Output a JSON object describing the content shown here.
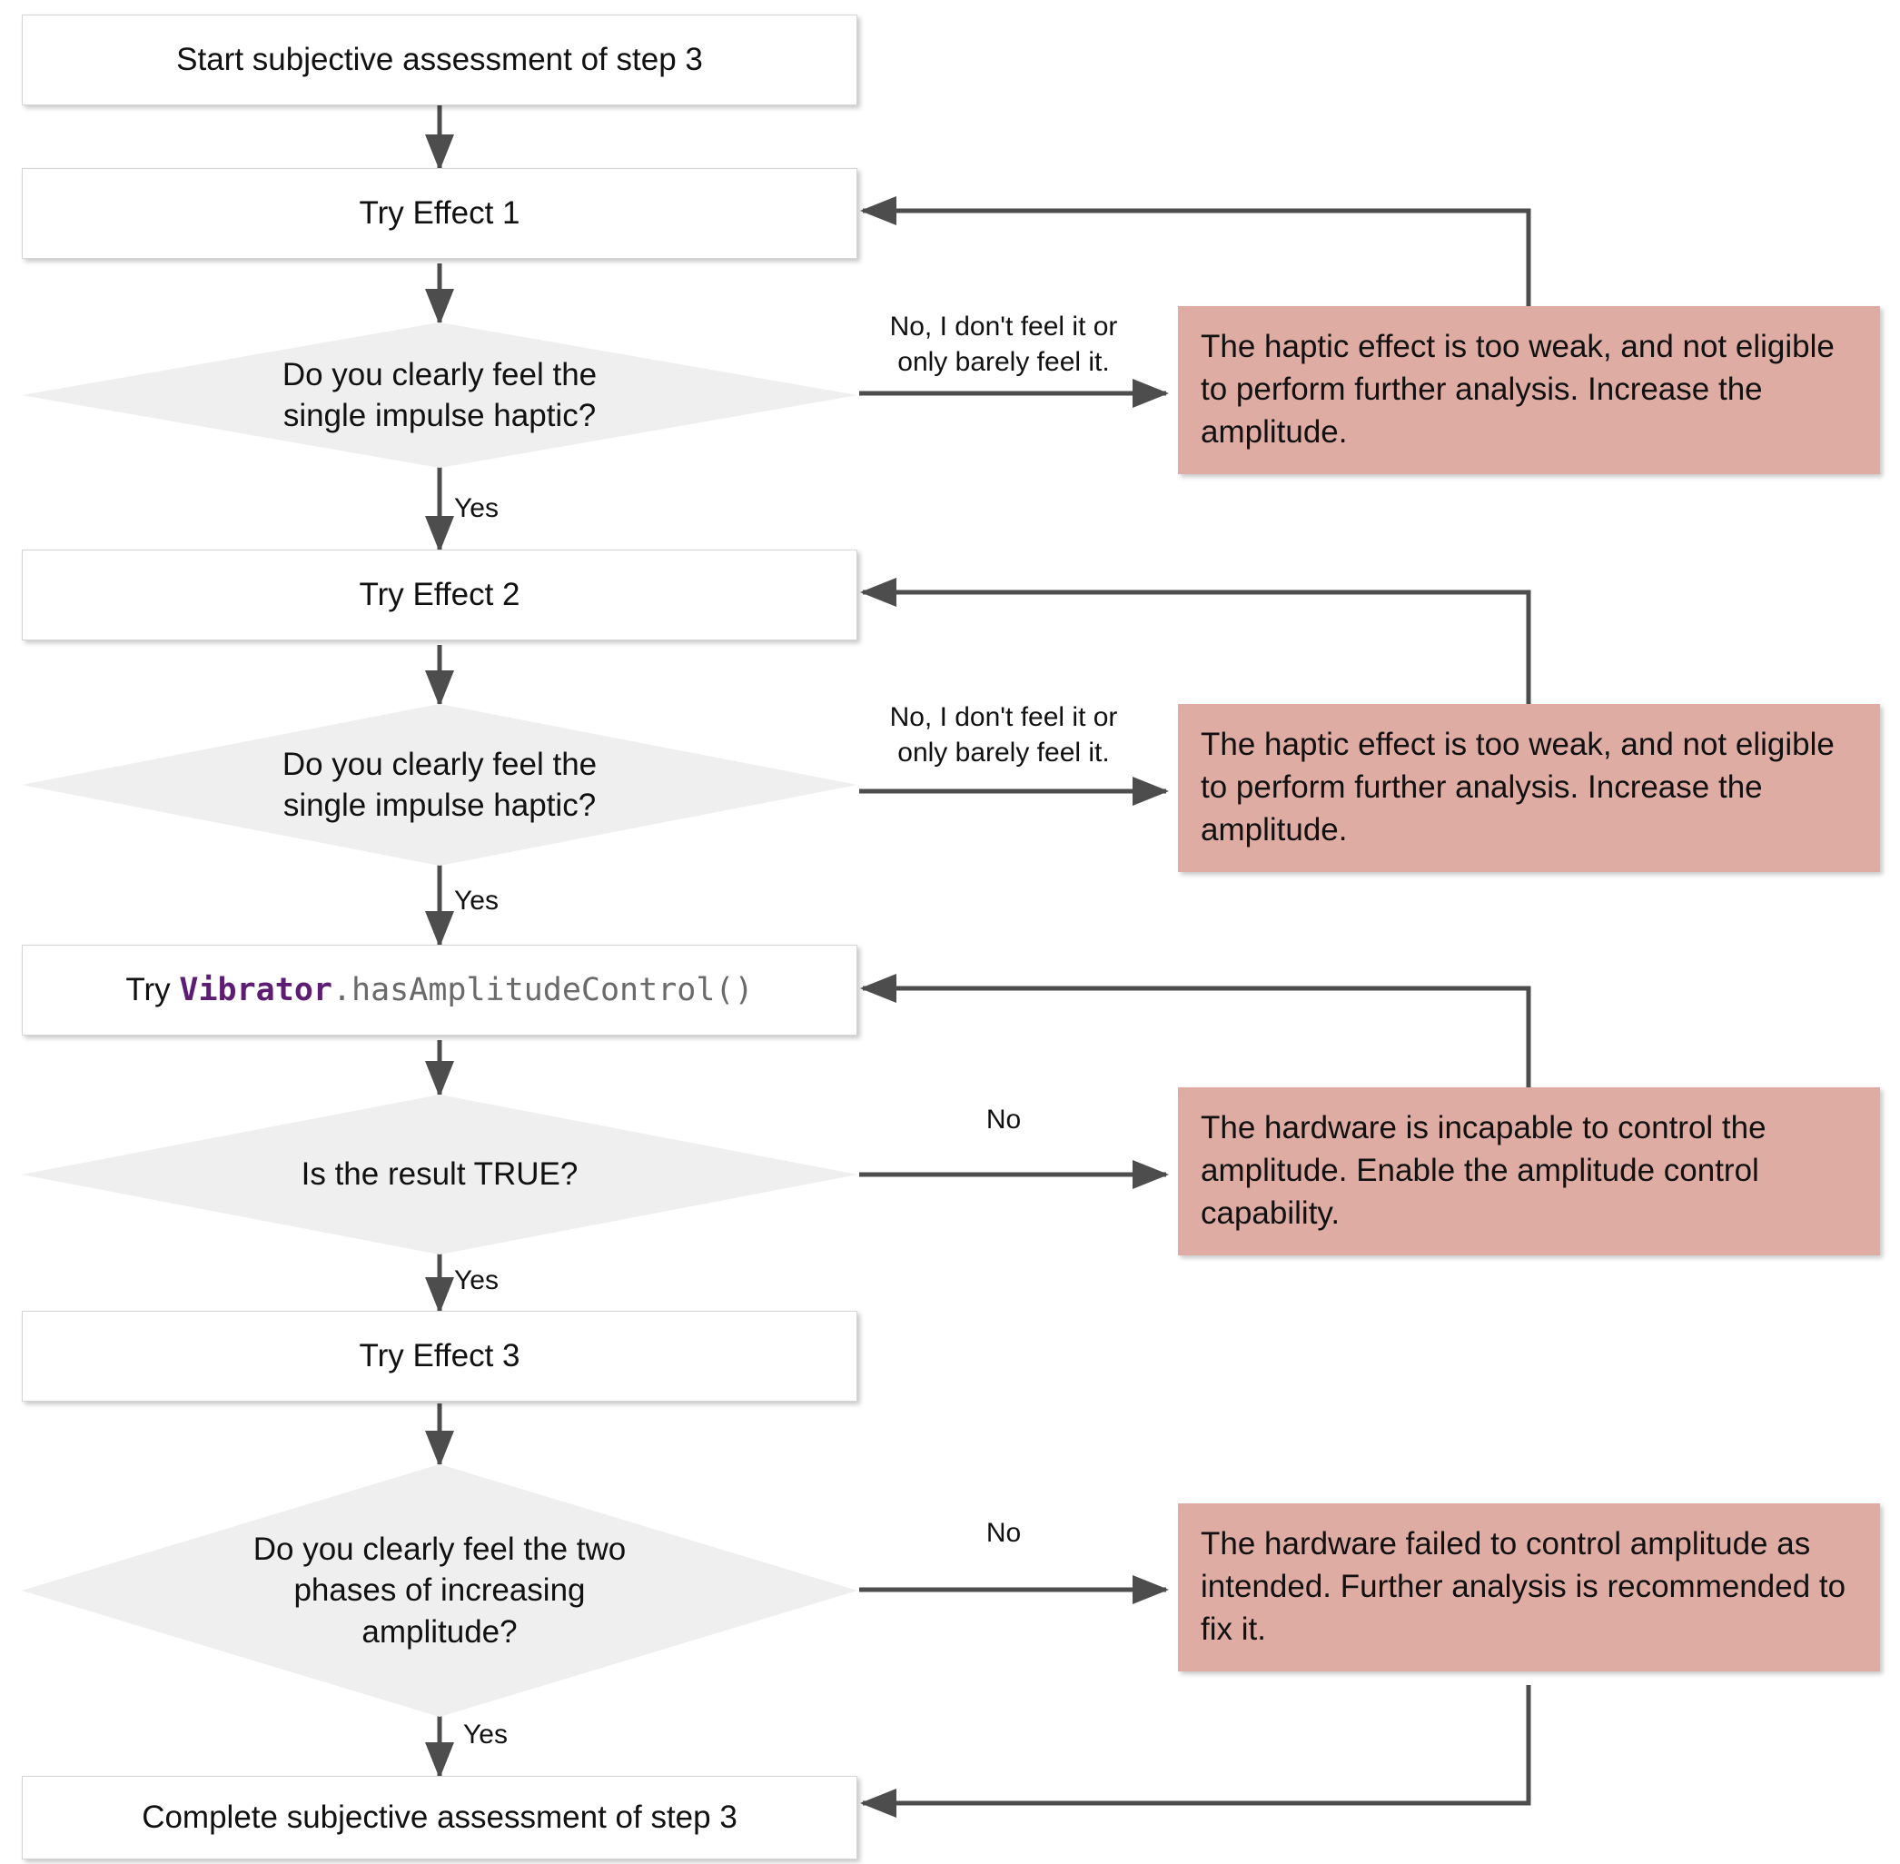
{
  "diagram": {
    "title": "Subjective assessment of step 3 flowchart",
    "colors": {
      "process_fill": "#ffffff",
      "process_border": "#d5d5d5",
      "decision_fill": "#efefef",
      "message_fill": "#dfaca4",
      "edge_stroke": "#4d4d4d",
      "text": "#111111",
      "code_class": "#5c1d72",
      "code_method": "#6a6a6a"
    },
    "nodes": {
      "start": {
        "label": "Start subjective assessment of step 3"
      },
      "try_effect_1": {
        "label": "Try Effect 1"
      },
      "decision_1": {
        "label": "Do you clearly feel the\nsingle impulse haptic?"
      },
      "message_1": {
        "label": "The haptic effect is too weak, and not eligible to perform further analysis. Increase the amplitude."
      },
      "try_effect_2": {
        "label": "Try Effect 2"
      },
      "decision_2": {
        "label": "Do you clearly feel the\nsingle impulse haptic?"
      },
      "message_2": {
        "label": "The haptic effect is too weak, and not eligible to perform further analysis. Increase the amplitude."
      },
      "try_has_amplitude_control": {
        "prefix": "Try ",
        "class_name": "Vibrator",
        "method": ".hasAmplitudeControl()"
      },
      "decision_3": {
        "label": "Is the result TRUE?"
      },
      "message_3": {
        "label": "The hardware is incapable to control the amplitude. Enable the amplitude control capability."
      },
      "try_effect_3": {
        "label": "Try Effect 3"
      },
      "decision_4": {
        "label": "Do you clearly feel the two\nphases of increasing\namplitude?"
      },
      "message_4": {
        "label": "The hardware failed to control amplitude as intended. Further analysis is recommended to fix it."
      },
      "complete": {
        "label": "Complete subjective assessment of step 3"
      }
    },
    "edge_labels": {
      "no_barely_1": "No, I don't feel it or\nonly barely feel it.",
      "yes_1": "Yes",
      "no_barely_2": "No, I don't feel it or\nonly barely feel it.",
      "yes_2": "Yes",
      "no_3": "No",
      "yes_3": "Yes",
      "no_4": "No",
      "yes_4": "Yes"
    }
  }
}
